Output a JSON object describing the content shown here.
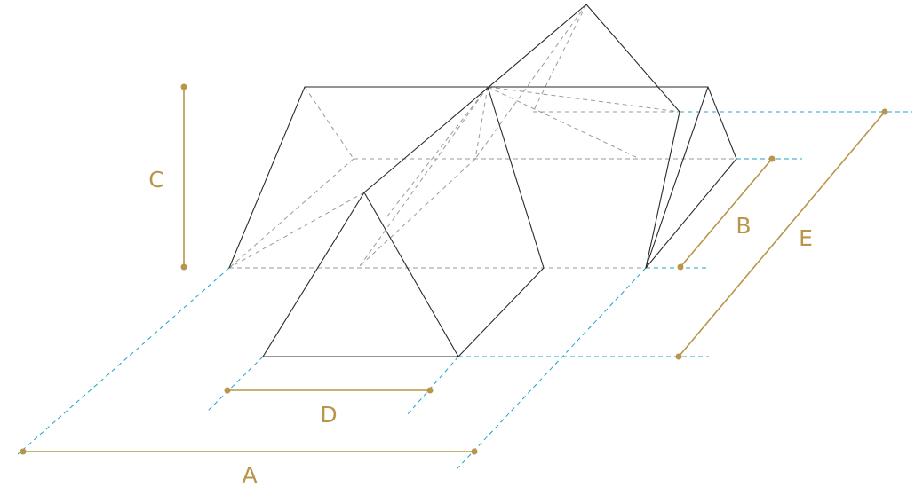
{
  "dimensions": {
    "a": "A",
    "b": "B",
    "c": "C",
    "d": "D",
    "e": "E"
  },
  "colors": {
    "solid_edge": "#2a2a2a",
    "hidden_edge": "#9a9a9a",
    "extension_line": "#1aa3c8",
    "dimension": "#b8954a"
  }
}
